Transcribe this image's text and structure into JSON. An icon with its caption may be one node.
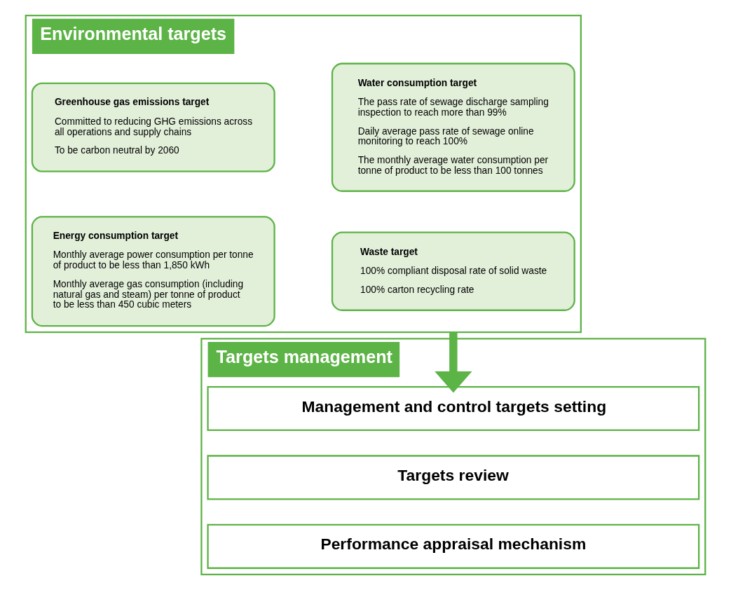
{
  "diagram": {
    "nodes": [
      {
        "text": [
          "Environmental targets"
        ]
      },
      {
        "text": [
          "Greenhouse gas emissions target",
          "Committed to reducing GHG emissions across all operations and supply chains",
          "To be carbon neutral by 2060"
        ],
        "in": 0
      },
      {
        "text": [
          "Water consumption target",
          "The pass rate of sewage discharge sampling inspection to reach more than 99%",
          "Daily average pass rate of sewage online monitoring to reach 100%",
          "The monthly average water consumption per tonne of product to be less than 100 tonnes"
        ],
        "in": 0
      },
      {
        "text": [
          "Energy consumption target",
          "Monthly average power consumption per tonne of product to be less than 1,850 kWh",
          "Monthly average gas consumption (including natural gas and steam) per tonne of product to be less than 450 cubic meters"
        ],
        "in": 0
      },
      {
        "text": [
          "Waste target",
          "100% compliant disposal rate of solid waste",
          "100% carton recycling rate"
        ],
        "in": 0
      },
      {
        "text": [
          "Targets management"
        ]
      },
      {
        "text": [
          "Management and control targets setting"
        ],
        "in": 5
      },
      {
        "text": [
          "Targets review"
        ],
        "in": 5
      },
      {
        "text": [
          "Performance appraisal mechanism"
        ],
        "in": 5
      }
    ],
    "edges": [
      {
        "from": 0,
        "to": 6,
        "arrow": "to"
      }
    ]
  }
}
